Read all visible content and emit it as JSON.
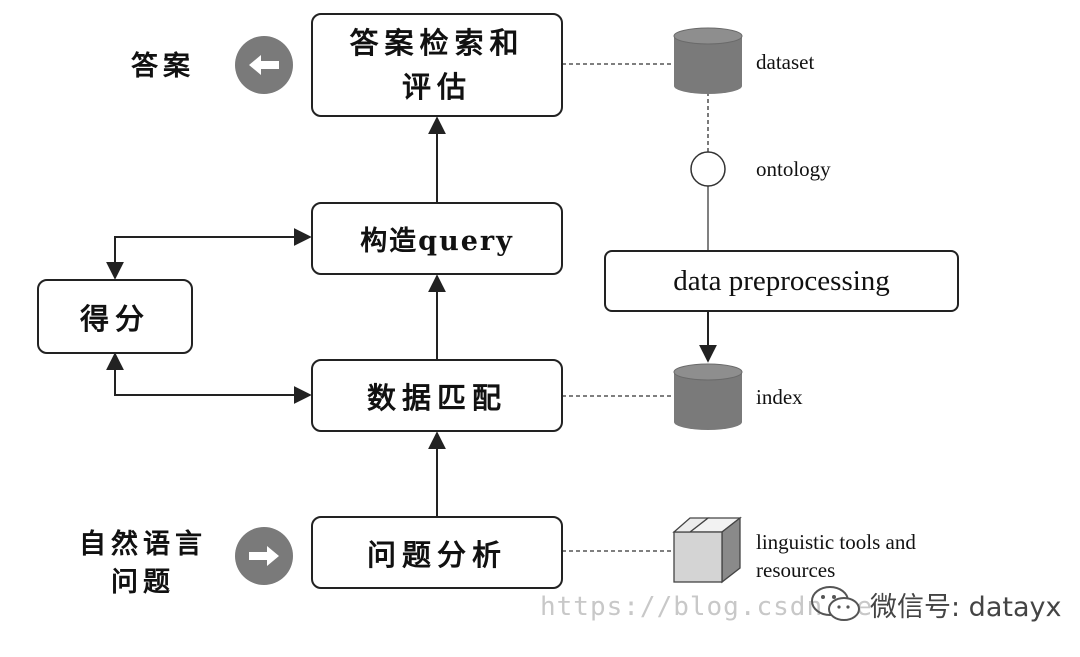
{
  "boxes": {
    "answer_retrieval": "答案检索和评估",
    "answer_retrieval_line1": "答案检索和",
    "answer_retrieval_line2": "评估",
    "build_query": "构造query",
    "score": "得分",
    "data_matching": "数据匹配",
    "question_analysis": "问题分析",
    "data_preprocessing": "data preprocessing"
  },
  "side_labels": {
    "answer": "答案",
    "nl_question_line1": "自然语言",
    "nl_question_line2": "问题"
  },
  "resources": {
    "dataset": "dataset",
    "ontology": "ontology",
    "index": "index",
    "linguistic_line1": "linguistic tools and",
    "linguistic_line2": "resources"
  },
  "watermark": {
    "url": "https://blog.csdn.ne",
    "wechat": "微信号: datayx"
  },
  "colors": {
    "line": "#222222",
    "cylinder": "#7a7a7a",
    "arrow_button": "#7a7a7a"
  },
  "icons": [
    "left-arrow-icon",
    "right-arrow-icon",
    "database-icon",
    "ontology-node-icon",
    "cube-icon",
    "wechat-icon"
  ]
}
